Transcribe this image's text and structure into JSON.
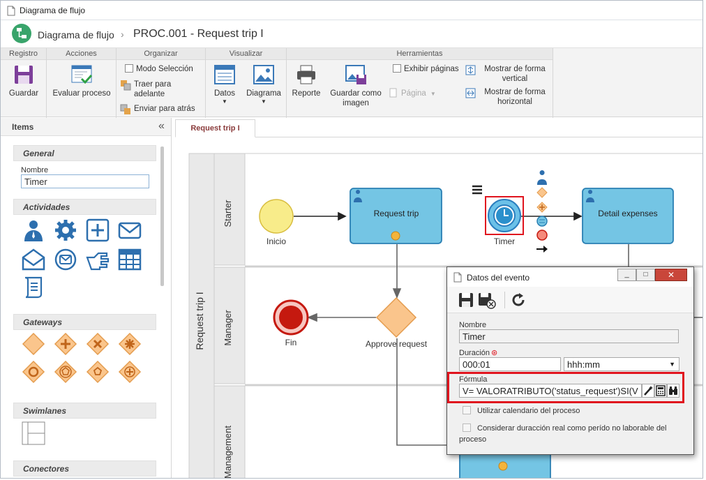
{
  "window": {
    "title": "Diagrama de flujo"
  },
  "header": {
    "module": "Diagrama de flujo",
    "separator": "›",
    "process": "PROC.001 - Request trip I"
  },
  "ribbon": {
    "groups": {
      "registro": "Registro",
      "acciones": "Acciones",
      "organizar": "Organizar",
      "visualizar": "Visualizar",
      "herramientas": "Herramientas"
    },
    "guardar": "Guardar",
    "evaluar": "Evaluar proceso",
    "modo_seleccion": "Modo Selección",
    "traer": "Traer para adelante",
    "enviar": "Enviar para atrás",
    "datos": "Datos",
    "diagrama": "Diagrama",
    "reporte": "Reporte",
    "guardar_imagen": "Guardar como imagen",
    "exhibir": "Exhibir páginas",
    "pagina": "Página",
    "forma_vertical": "Mostrar de forma vertical",
    "forma_horizontal": "Mostrar de forma horizontal"
  },
  "left": {
    "title": "Items",
    "general": "General",
    "nombre_label": "Nombre",
    "nombre_value": "Timer",
    "actividades": "Actividades",
    "gateways": "Gateways",
    "swimlanes": "Swimlanes",
    "conectores": "Conectores"
  },
  "tab": {
    "label": "Request trip I"
  },
  "diagram": {
    "pool": "Request trip I",
    "lanes": [
      "Starter",
      "Manager",
      "Management"
    ],
    "inicio": "Inicio",
    "request_trip": "Request trip",
    "timer": "Timer",
    "detail_expenses": "Detail expenses",
    "fin": "Fin",
    "approve": "Approve request"
  },
  "dialog": {
    "title": "Datos del evento",
    "nombre_label": "Nombre",
    "nombre_value": "Timer",
    "duracion_label": "Duración",
    "duracion_value": "000:01",
    "unidad_value": "hhh:mm",
    "formula_label": "Fórmula",
    "formula_value": "V= VALORATRIBUTO('status_request')SI(V",
    "calendario": "Utilizar calendario del proceso",
    "considerar": "Considerar duracción real como perído no laborable del proceso"
  },
  "colors": {
    "task_fill": "#74c5e4",
    "task_stroke": "#2a7fb3",
    "gateway_fill": "#fac58c",
    "gateway_stroke": "#e49c4e",
    "start_fill": "#f8ec8a",
    "end_fill": "#c5190f",
    "highlight": "#e0141e",
    "accent": "#2d78bd"
  }
}
